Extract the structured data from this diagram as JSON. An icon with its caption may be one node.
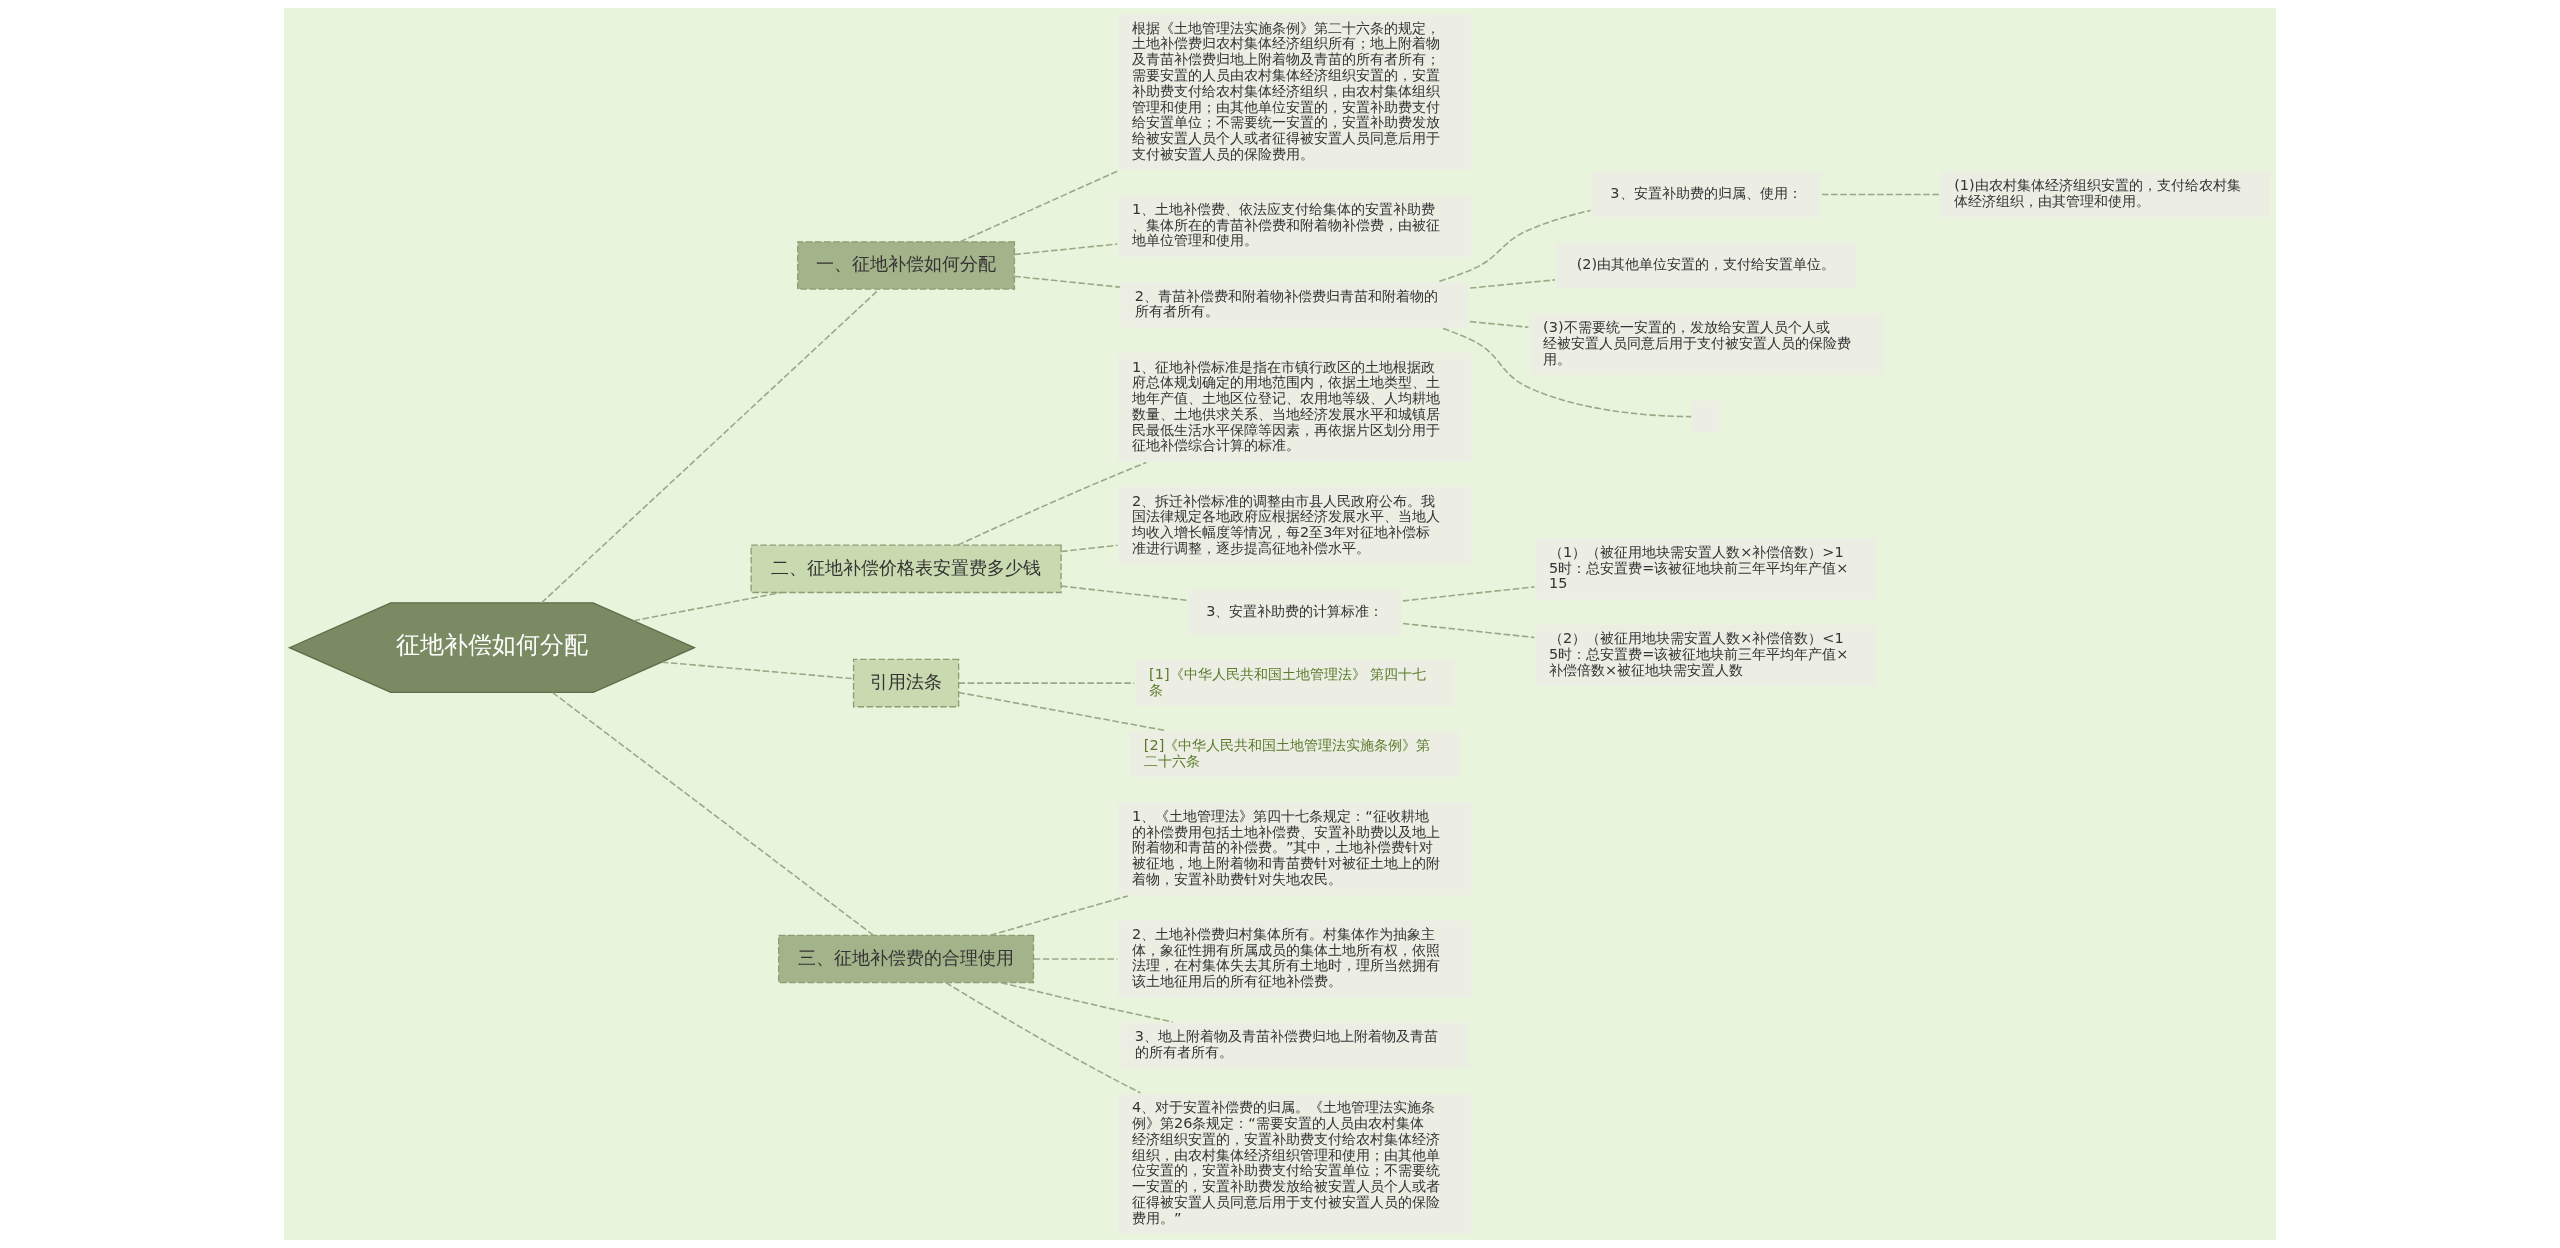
{
  "diagram": {
    "nodes": [
      {
        "text": [
          "征地补偿如何分配"
        ]
      },
      {
        "text": [
          "一、征地补偿如何分配"
        ]
      },
      {
        "text": [
          "根据《土地管理法实施条例》第二十六条的规定，土地补偿费归农村集体经济组织所有；地上附着物及青苗补偿费归地上附着物及青苗的所有者所有；需要安置的人员由农村集体经济组织安置的，安置补助费支付给农村集体经济组织，由农村集体组织管理和使用；由其他单位安置的，安置补助费支付给安置单位；不需要统一安置的，安置补助费发放给被安置人员个人或者征得被安置人员同意后用于支付被安置人员的保险费用。"
        ]
      },
      {
        "text": [
          "1、土地补偿费、依法应支付给集体的安置补助费、集体所在的青苗补偿费和附着物补偿费，由被征地单位管理和使用。"
        ]
      },
      {
        "text": [
          "2、青苗补偿费和附着物补偿费归青苗和附着物的所有者所有。"
        ]
      },
      {
        "text": [
          "3、安置补助费的归属、使用："
        ]
      },
      {
        "text": [
          "(1)由农村集体经济组织安置的，支付给农村集体经济组织，由其管理和使用。"
        ]
      },
      {
        "text": [
          "(2)由其他单位安置的，支付给安置单位。"
        ]
      },
      {
        "text": [
          "(3)不需要统一安置的，发放给安置人员个人或经被安置人员同意后用于支付被安置人员的保险费用。"
        ]
      },
      {
        "text": [],
        "shape": "box"
      },
      {
        "text": [
          "二、征地补偿价格表安置费多少钱"
        ]
      },
      {
        "text": [
          "1、征地补偿标准是指在市镇行政区的土地根据政府总体规划确定的用地范围内，依据土地类型、土地年产值、土地区位登记、农用地等级、人均耕地数量、土地供求关系、当地经济发展水平和城镇居民最低生活水平保障等因素，再依据片区划分用于征地补偿综合计算的标准。"
        ]
      },
      {
        "text": [
          "2、拆迁补偿标准的调整由市县人民政府公布。我国法律规定各地政府应根据经济发展水平、当地人均收入增长幅度等情况，每2至3年对征地补偿标准进行调整，逐步提高征地补偿水平。"
        ]
      },
      {
        "text": [
          "3、安置补助费的计算标准："
        ]
      },
      {
        "text": [
          "（1）（被征用地块需安置人数×补偿倍数）>15时：总安置费=该被征地块前三年平均年产值×15"
        ]
      },
      {
        "text": [
          "（2）（被征用地块需安置人数×补偿倍数）<15时：总安置费=该被征地块前三年平均年产值×补偿倍数×被征地块需安置人数"
        ]
      },
      {
        "text": [
          "引用法条"
        ]
      },
      {
        "text": [
          "[1]《中华人民共和国土地管理法》 第四十七条"
        ]
      },
      {
        "text": [
          "[2]《中华人民共和国土地管理法实施条例》第二十六条"
        ]
      },
      {
        "text": [
          "三、征地补偿费的合理使用"
        ]
      },
      {
        "text": [
          "1、《土地管理法》第四十七条规定：“征收耕地的补偿费用包括土地补偿费、安置补助费以及地上附着物和青苗的补偿费。”其中，土地补偿费针对被征地，地上附着物和青苗费针对被征土地上的附着物，安置补助费针对失地农民。"
        ]
      },
      {
        "text": [
          "2、土地补偿费归村集体所有。村集体作为抽象主体，象征性拥有所属成员的集体土地所有权，依照法理，在村集体失去其所有土地时，理所当然拥有该土地征用后的所有征地补偿费。"
        ]
      },
      {
        "text": [
          "3、地上附着物及青苗补偿费归地上附着物及青苗的所有者所有。"
        ]
      },
      {
        "text": [
          "4、对于安置补偿费的归属。《土地管理法实施条例》第26条规定：“需要安置的人员由农村集体经济组织安置的，安置补助费支付给农村集体经济组织，由农村集体经济组织管理和使用；由其他单位安置的，安置补助费支付给安置单位；不需要统一安置的，安置补助费发放给被安置人员个人或者征得被安置人员同意后用于支付被安置人员的保险费用。”"
        ]
      }
    ],
    "edges": [
      {
        "from": 0,
        "to": 1,
        "arrow": "none"
      },
      {
        "from": 1,
        "to": 2,
        "arrow": "none"
      },
      {
        "from": 1,
        "to": 3,
        "arrow": "none"
      },
      {
        "from": 1,
        "to": 4,
        "arrow": "none"
      },
      {
        "from": 4,
        "to": 5,
        "arrow": "none"
      },
      {
        "from": 5,
        "to": 6,
        "arrow": "none"
      },
      {
        "from": 4,
        "to": 7,
        "arrow": "none"
      },
      {
        "from": 4,
        "to": 8,
        "arrow": "none"
      },
      {
        "from": 4,
        "to": 9,
        "arrow": "none"
      },
      {
        "from": 0,
        "to": 10,
        "arrow": "none"
      },
      {
        "from": 10,
        "to": 11,
        "arrow": "none"
      },
      {
        "from": 10,
        "to": 12,
        "arrow": "none"
      },
      {
        "from": 10,
        "to": 13,
        "arrow": "none"
      },
      {
        "from": 13,
        "to": 14,
        "arrow": "none"
      },
      {
        "from": 13,
        "to": 15,
        "arrow": "none"
      },
      {
        "from": 0,
        "to": 16,
        "arrow": "none"
      },
      {
        "from": 16,
        "to": 17,
        "arrow": "none"
      },
      {
        "from": 16,
        "to": 18,
        "arrow": "none"
      },
      {
        "from": 0,
        "to": 19,
        "arrow": "none"
      },
      {
        "from": 19,
        "to": 20,
        "arrow": "none"
      },
      {
        "from": 19,
        "to": 21,
        "arrow": "none"
      },
      {
        "from": 19,
        "to": 22,
        "arrow": "none"
      },
      {
        "from": 19,
        "to": 23,
        "arrow": "none"
      }
    ]
  }
}
